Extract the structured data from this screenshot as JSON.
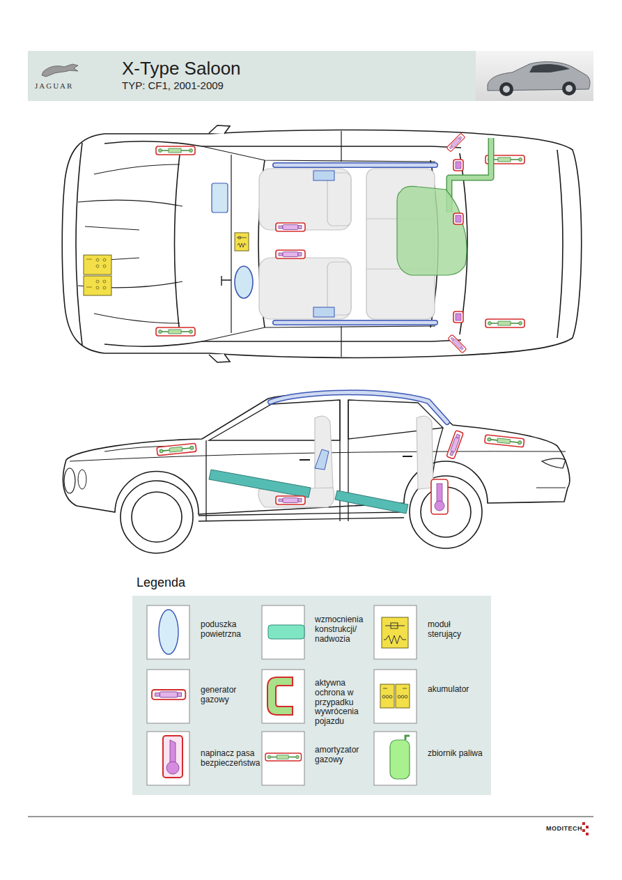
{
  "diagram": {
    "title": "X-Type Saloon",
    "labels": [
      "JAGUAR",
      "TYP: CF1, 2001-2009",
      "Legenda",
      "MODITECH"
    ],
    "legend": [
      {
        "text": "poduszka powietrzna"
      },
      {
        "text": "wzmocnienia konstrukcji/ nadwozia"
      },
      {
        "text": "moduł sterujący"
      },
      {
        "text": "generator gazowy"
      },
      {
        "text": "aktywna ochrona w przypadku wywrócenia pojazdu"
      },
      {
        "text": "akumulator"
      },
      {
        "text": "napinacz pasa bezpieczeństwa"
      },
      {
        "text": "amortyzator gazowy"
      },
      {
        "text": "zbiornik paliwa"
      }
    ]
  }
}
